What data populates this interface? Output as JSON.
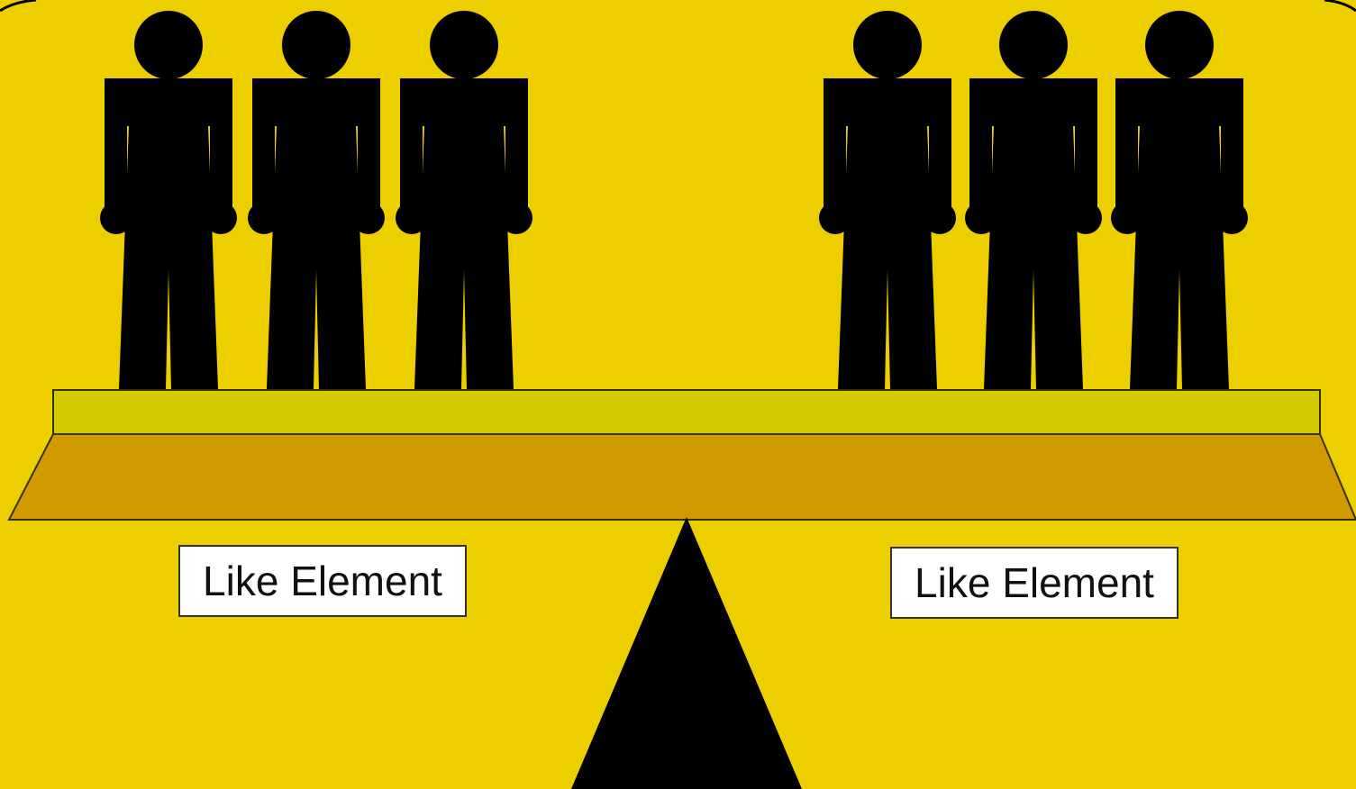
{
  "colors": {
    "background": "#EDCF00",
    "figure": "#000000",
    "plank_top": "#D4CA00",
    "plank_body": "#D19A00",
    "fulcrum": "#000000",
    "label_bg": "#FFFFFF"
  },
  "figure_icon": "person-icon",
  "groups": {
    "left": {
      "person_count": 3,
      "label": "Like Element"
    },
    "right": {
      "person_count": 3,
      "label": "Like Element"
    }
  }
}
